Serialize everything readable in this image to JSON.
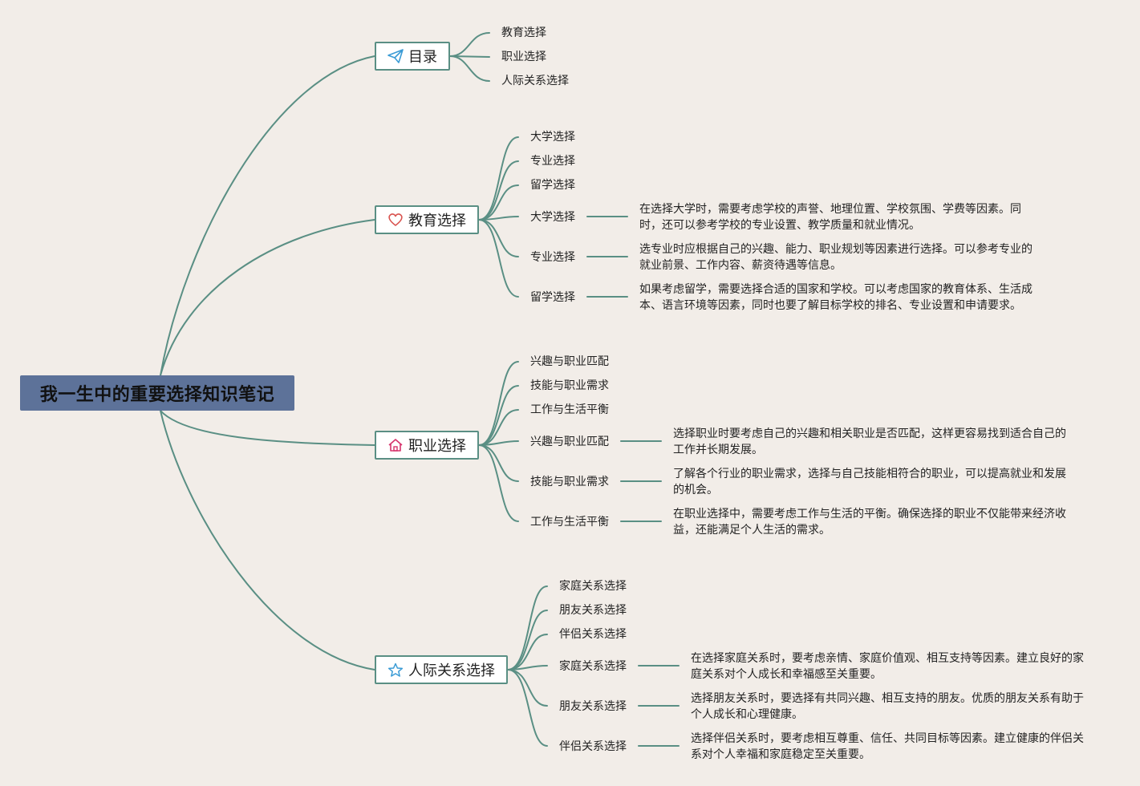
{
  "root": {
    "title": "我一生中的重要选择知识笔记"
  },
  "toc": {
    "label": "目录",
    "icon": "paper-plane-icon",
    "items": [
      "教育选择",
      "职业选择",
      "人际关系选择"
    ]
  },
  "education": {
    "label": "教育选择",
    "icon": "heart-icon",
    "items": [
      "大学选择",
      "专业选择",
      "留学选择"
    ],
    "details": [
      {
        "label": "大学选择",
        "note": "在选择大学时，需要考虑学校的声誉、地理位置、学校氛围、学费等因素。同时，还可以参考学校的专业设置、教学质量和就业情况。"
      },
      {
        "label": "专业选择",
        "note": "选专业时应根据自己的兴趣、能力、职业规划等因素进行选择。可以参考专业的就业前景、工作内容、薪资待遇等信息。"
      },
      {
        "label": "留学选择",
        "note": "如果考虑留学，需要选择合适的国家和学校。可以考虑国家的教育体系、生活成本、语言环境等因素，同时也要了解目标学校的排名、专业设置和申请要求。"
      }
    ]
  },
  "career": {
    "label": "职业选择",
    "icon": "home-icon",
    "items": [
      "兴趣与职业匹配",
      "技能与职业需求",
      "工作与生活平衡"
    ],
    "details": [
      {
        "label": "兴趣与职业匹配",
        "note": "选择职业时要考虑自己的兴趣和相关职业是否匹配，这样更容易找到适合自己的工作并长期发展。"
      },
      {
        "label": "技能与职业需求",
        "note": "了解各个行业的职业需求，选择与自己技能相符合的职业，可以提高就业和发展的机会。"
      },
      {
        "label": "工作与生活平衡",
        "note": "在职业选择中，需要考虑工作与生活的平衡。确保选择的职业不仅能带来经济收益，还能满足个人生活的需求。"
      }
    ]
  },
  "relations": {
    "label": "人际关系选择",
    "icon": "star-icon",
    "items": [
      "家庭关系选择",
      "朋友关系选择",
      "伴侣关系选择"
    ],
    "details": [
      {
        "label": "家庭关系选择",
        "note": "在选择家庭关系时，要考虑亲情、家庭价值观、相互支持等因素。建立良好的家庭关系对个人成长和幸福感至关重要。"
      },
      {
        "label": "朋友关系选择",
        "note": "选择朋友关系时，要选择有共同兴趣、相互支持的朋友。优质的朋友关系有助于个人成长和心理健康。"
      },
      {
        "label": "伴侣关系选择",
        "note": "选择伴侣关系时，要考虑相互尊重、信任、共同目标等因素。建立健康的伴侣关系对个人幸福和家庭稳定至关重要。"
      }
    ]
  },
  "colors": {
    "background": "#f2ede8",
    "root": "#5d7299",
    "connector": "#5a8f84",
    "plane": "#3a9bd5",
    "heart": "#d9534f",
    "home": "#d6336c",
    "star": "#3a9bd5"
  }
}
